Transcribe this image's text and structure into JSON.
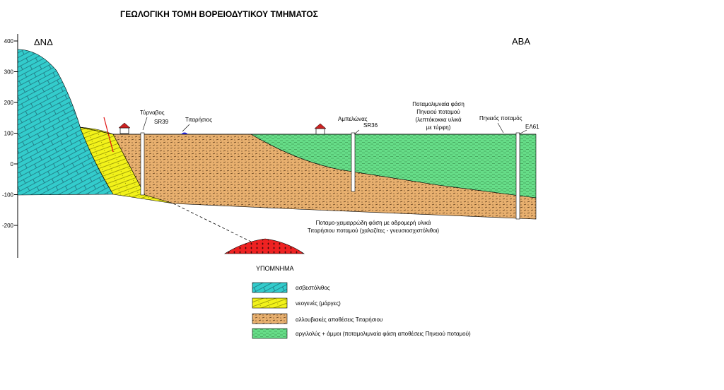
{
  "title": "ΓΕΩΛΟΓΙΚΗ ΤΟΜΗ ΒΟΡΕΙΟΔΥΤΙΚΟΥ ΤΜΗΜΑΤΟΣ",
  "directions": {
    "west": "ΔΝΔ",
    "east": "ΑΒΑ"
  },
  "y_axis": {
    "ticks": [
      "400",
      "300",
      "200",
      "100",
      "0",
      "-100",
      "-200"
    ]
  },
  "places": {
    "tyrnavos": "Τύρναβος",
    "titarisios": "Τιταρήσιος",
    "ampelonas": "Αμπελώνας",
    "pineios_river": "Πηνειός ποταμός"
  },
  "boreholes": {
    "sr39": "SR39",
    "sr36": "SR36",
    "el61": "ΕΛ61"
  },
  "annotations": {
    "fluvial_lake_1": "Ποταμολιμναία φάση",
    "fluvial_lake_2": "Πηνειού ποταμού",
    "fluvial_lake_3": "(λεπτόκοκκα υλικά",
    "fluvial_lake_4": "με τύρφη)",
    "torrential_1": "Ποταμο-χειμαρρώδη φάση με αδρομερή υλικά",
    "torrential_2": "Τιταρήσιου ποταμού (χαλαζίτες - γνευσιοσχιστόλιθοι)"
  },
  "legend": {
    "title": "ΥΠΟΜΝΗΜΑ",
    "items": [
      {
        "label": "ασβεστόλιθος",
        "color": "#33cccc"
      },
      {
        "label": "νεογενές (μάργες)",
        "color": "#f2f21a"
      },
      {
        "label": "αλλουβιακές αποθέσεις Τιταρήσιου",
        "color": "#e8b06f"
      },
      {
        "label": "αργιλολύς + άμμοι (ποταμολιμναία φάση αποθέσεις Πηνειού ποταμού)",
        "color": "#66dd88"
      }
    ]
  },
  "colors": {
    "limestone": "#33cccc",
    "neogene": "#f2f21a",
    "alluvial": "#e8b06f",
    "lacustrine": "#66dd88",
    "granite": "#ee2222"
  }
}
